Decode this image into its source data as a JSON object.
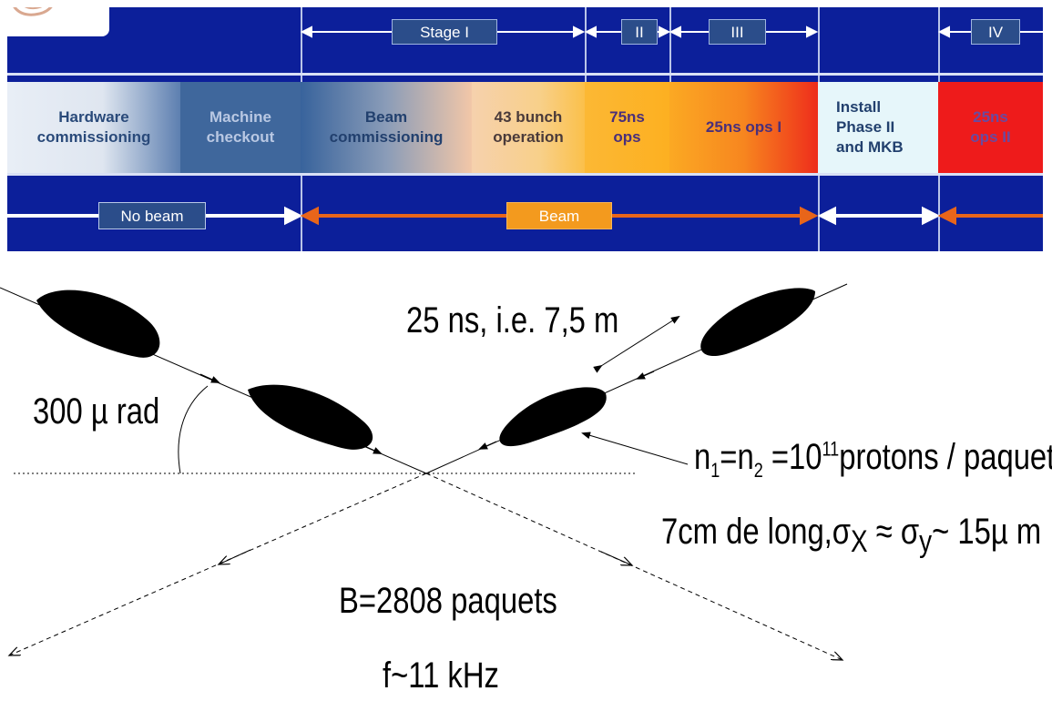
{
  "timeline": {
    "stages": [
      "Stage I",
      "II",
      "III",
      "IV"
    ],
    "phases": [
      {
        "lines": [
          "Hardware",
          "commissioning"
        ]
      },
      {
        "lines": [
          "Machine",
          "checkout"
        ]
      },
      {
        "lines": [
          "Beam",
          "commissioning"
        ]
      },
      {
        "lines": [
          "43 bunch",
          "operation"
        ]
      },
      {
        "lines": [
          "75ns",
          "ops"
        ]
      },
      {
        "lines": [
          "25ns ops I"
        ]
      },
      {
        "lines": [
          "Install",
          "Phase II",
          "and MKB"
        ]
      },
      {
        "lines": [
          "25ns",
          "ops II"
        ]
      }
    ],
    "beam_status": {
      "no_beam": "No beam",
      "beam": "Beam"
    },
    "colors": {
      "banner_bg": "#0c1f9a",
      "phase_text_dark": "#2a4a7a",
      "beam_arrow": "#e8651a",
      "beam_box": "#f39a1e",
      "ops2_red": "#ee1b1b"
    }
  },
  "diagram": {
    "angle_label": "300 µ rad",
    "spacing_label": "25 ns, i.e. 7,5 m",
    "protons_label": {
      "n1": "n",
      "sub1": "1",
      "eq": "=n",
      "sub2": "2",
      "eq2": " =10",
      "exp": "11",
      "rest": "protons / paquet"
    },
    "sigma_label": {
      "pre": "7cm de long,σ",
      "subx": "X",
      "approx": " ≈ σ",
      "suby": "y",
      "rest": "~ 15µ m"
    },
    "bunches_label": "B=2808 paquets",
    "frequency_label": "f~11 kHz"
  }
}
